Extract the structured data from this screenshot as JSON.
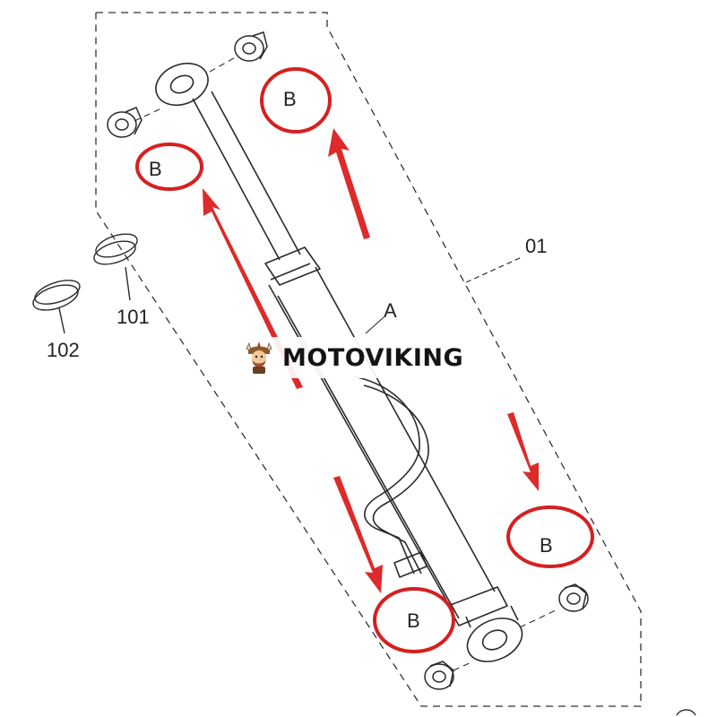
{
  "diagram": {
    "assembly_label": "01",
    "part_label_a": "A",
    "part_label_101": "101",
    "part_label_102": "102",
    "callout_label": "B",
    "callout_color": "#d62020",
    "arrow_color": "#dd2a2a",
    "line_color": "#2a2a2a"
  },
  "watermark": {
    "text": "MOTOVIKING",
    "icon": "viking-mascot-icon"
  }
}
